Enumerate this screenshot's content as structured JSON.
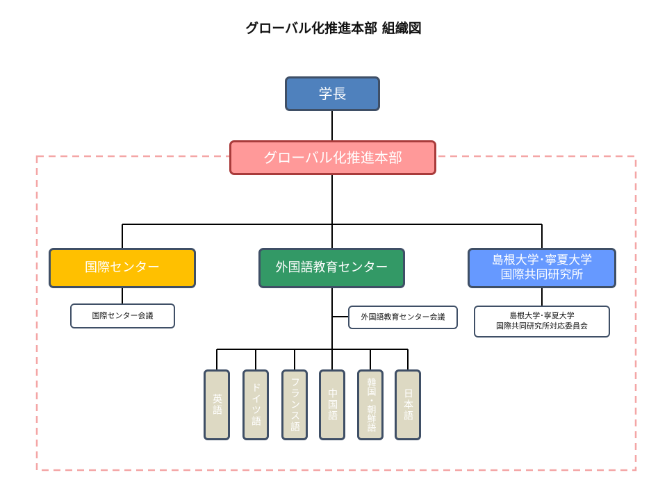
{
  "title": "グローバル化推進本部 組織図",
  "colors": {
    "president": "#4f81bd",
    "headquarters": "#ff9999",
    "international_center": "#ffc000",
    "foreign_language_center": "#339966",
    "joint_institute": "#6699ff",
    "language_box": "#ddd9c3",
    "dashed_border": "#f4a6a6"
  },
  "nodes": {
    "president": "学長",
    "headquarters": "グローバル化推進本部",
    "international_center": "国際センター",
    "foreign_language_center": "外国語教育センター",
    "joint_institute": "島根大学･寧夏大学\n国際共同研究所"
  },
  "committees": {
    "international_center": "国際センター会議",
    "foreign_language_center": "外国語教育センター会議",
    "joint_institute": "島根大学･寧夏大学\n国際共同研究所対応委員会"
  },
  "languages": [
    "英語",
    "ドイツ語",
    "フランス語",
    "中国語",
    "韓国・朝鮮語",
    "日本語"
  ]
}
